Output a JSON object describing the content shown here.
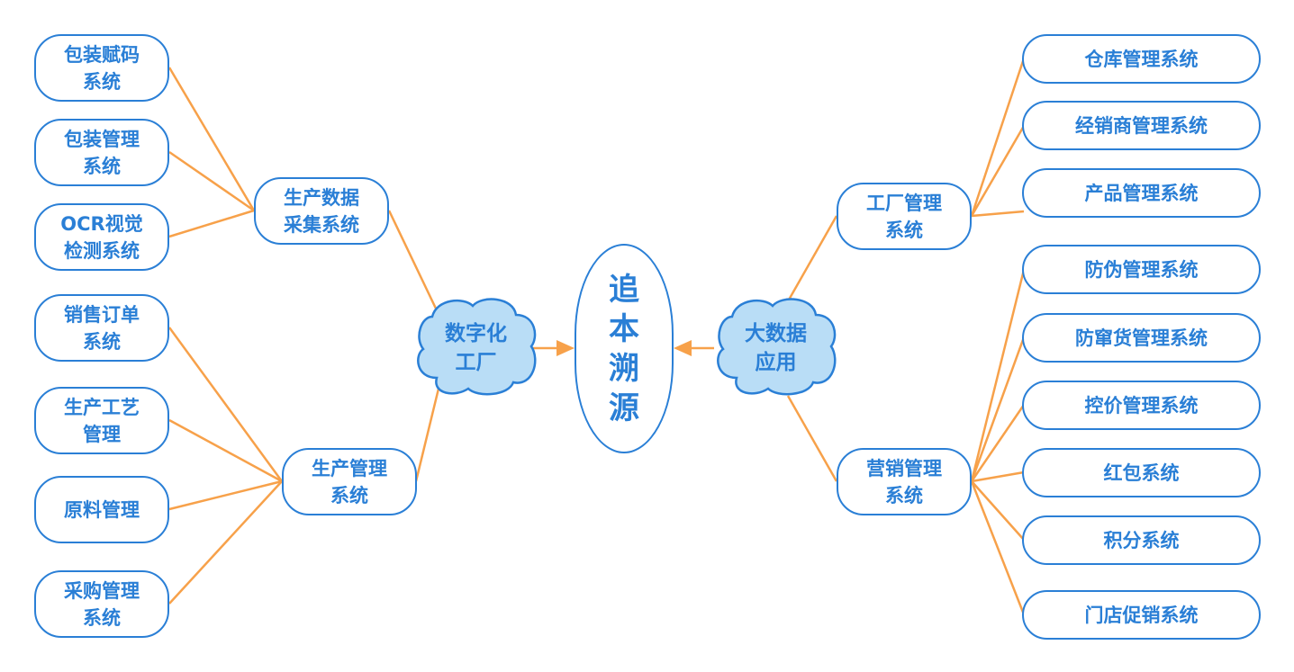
{
  "center": {
    "label": "追本溯源"
  },
  "left_cloud": {
    "line1": "数字化",
    "line2": "工厂"
  },
  "right_cloud": {
    "line1": "大数据",
    "line2": "应用"
  },
  "left_mid": [
    {
      "line1": "生产数据",
      "line2": "采集系统"
    },
    {
      "line1": "生产管理",
      "line2": "系统"
    }
  ],
  "left_leaves": [
    {
      "line1": "包装赋码",
      "line2": "系统"
    },
    {
      "line1": "包装管理",
      "line2": "系统"
    },
    {
      "line1": "OCR视觉",
      "line2": "检测系统"
    },
    {
      "line1": "销售订单",
      "line2": "系统"
    },
    {
      "line1": "生产工艺",
      "line2": "管理"
    },
    {
      "line1": "原料管理",
      "line2": ""
    },
    {
      "line1": "采购管理",
      "line2": "系统"
    }
  ],
  "right_mid": [
    {
      "line1": "工厂管理",
      "line2": "系统"
    },
    {
      "line1": "营销管理",
      "line2": "系统"
    }
  ],
  "right_leaves": [
    "仓库管理系统",
    "经销商管理系统",
    "产品管理系统",
    "防伪管理系统",
    "防窜货管理系统",
    "控价管理系统",
    "红包系统",
    "积分系统",
    "门店促销系统"
  ],
  "colors": {
    "blue": "#2a7fd6",
    "orange": "#f7a14a",
    "cloud_fill": "#b9ddf6"
  }
}
